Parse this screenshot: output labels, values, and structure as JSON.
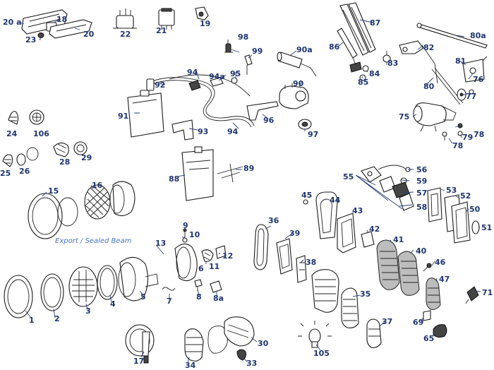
{
  "caption": "Export / Sealed Beam",
  "callouts": [
    "20 a",
    "18",
    "23",
    "20",
    "22",
    "21",
    "19",
    "87",
    "86",
    "80a",
    "98",
    "99",
    "90a",
    "82",
    "83",
    "84",
    "85",
    "81",
    "76",
    "77",
    "80",
    "75",
    "79",
    "78",
    "78",
    "94",
    "92",
    "94a",
    "95",
    "90",
    "91",
    "93",
    "94",
    "96",
    "97",
    "24",
    "106",
    "25",
    "26",
    "28",
    "29",
    "88",
    "89",
    "55",
    "56",
    "59",
    "57",
    "58",
    "45",
    "44",
    "43",
    "53",
    "52",
    "50",
    "51",
    "15",
    "16",
    "9",
    "10",
    "12",
    "11",
    "13",
    "6",
    "36",
    "39",
    "42",
    "41",
    "40",
    "46",
    "38",
    "47",
    "71",
    "1",
    "2",
    "3",
    "4",
    "5",
    "7",
    "8",
    "8a",
    "35",
    "37",
    "69",
    "65",
    "17",
    "34",
    "30",
    "33",
    "105"
  ]
}
